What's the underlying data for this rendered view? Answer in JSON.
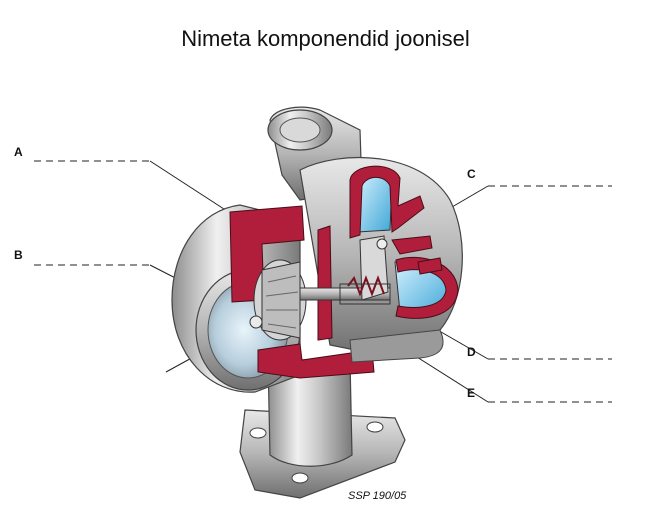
{
  "title": "Nimeta komponendid joonisel",
  "labels": {
    "a": "A",
    "b": "B",
    "c": "C",
    "d": "D",
    "e": "E"
  },
  "caption": "SSP 190/05"
}
